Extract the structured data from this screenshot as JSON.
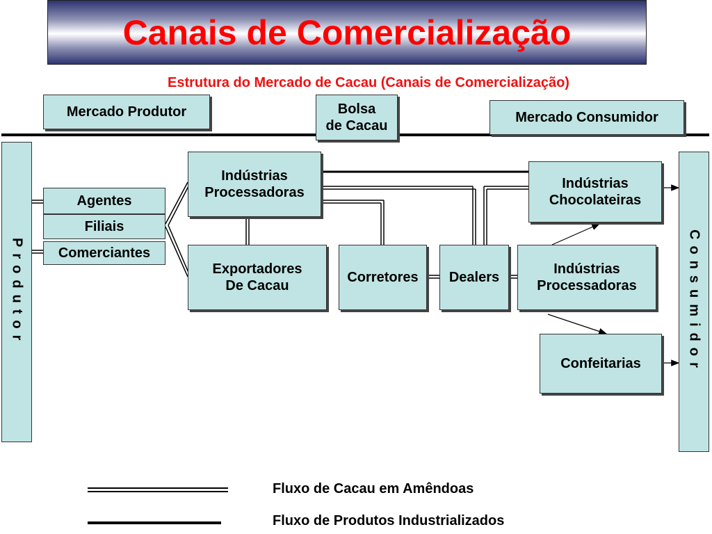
{
  "title": "Canais de Comercialização",
  "subtitle": "Estrutura do Mercado de Cacau (Canais de Comercialização)",
  "markets": {
    "producer": "Mercado Produtor",
    "exchange_line1": "Bolsa",
    "exchange_line2": "de Cacau",
    "consumer": "Mercado Consumidor"
  },
  "side_labels": {
    "producer": "Produtor",
    "consumer": "Consumidor"
  },
  "nodes": {
    "agents": "Agentes",
    "branches": "Filiais",
    "traders": "Comerciantes",
    "processing_top_line1": "Indústrias",
    "processing_top_line2": "Processadoras",
    "exporters_line1": "Exportadores",
    "exporters_line2": "De Cacau",
    "brokers": "Corretores",
    "dealers": "Dealers",
    "chocolate_line1": "Indústrias",
    "chocolate_line2": "Chocolateiras",
    "processing_right_line1": "Indústrias",
    "processing_right_line2": "Processadoras",
    "confectioneries": "Confeitarias"
  },
  "legend": {
    "beans_flow": "Fluxo de Cacau em Amêndoas",
    "products_flow": "Fluxo de Produtos Industrializados"
  },
  "colors": {
    "title_text": "#ff0000",
    "subtitle_text": "#ee1111",
    "box_fill": "#c0e4e4",
    "banner_dark": "#2d3470"
  }
}
